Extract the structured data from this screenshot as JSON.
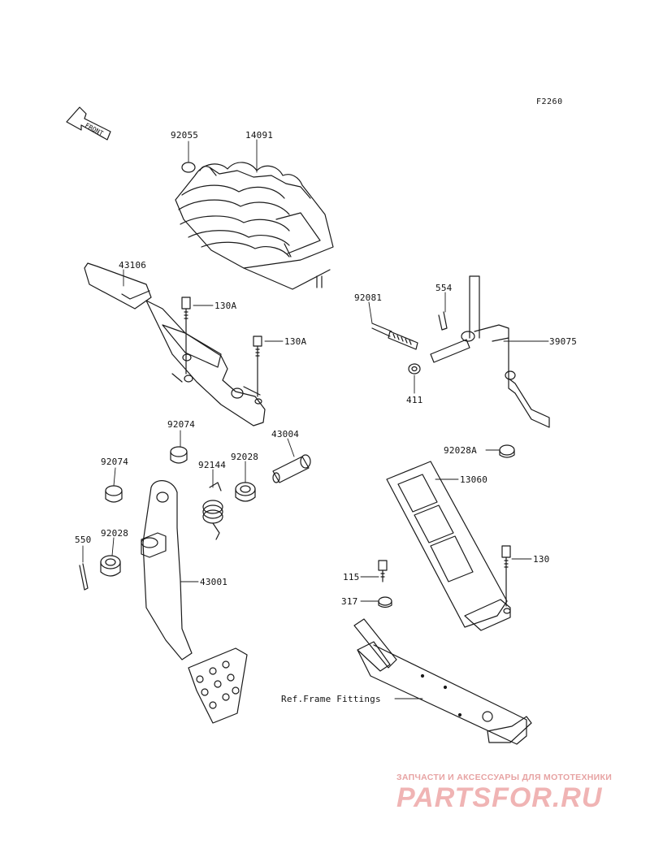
{
  "figure": {
    "code": "F2260"
  },
  "orientation": {
    "arrow_text": "FRONT"
  },
  "labels": [
    {
      "id": "92055",
      "text": "92055"
    },
    {
      "id": "14091",
      "text": "14091"
    },
    {
      "id": "43106",
      "text": "43106"
    },
    {
      "id": "130A_1",
      "text": "130A"
    },
    {
      "id": "130A_2",
      "text": "130A"
    },
    {
      "id": "92081",
      "text": "92081"
    },
    {
      "id": "554",
      "text": "554"
    },
    {
      "id": "39075",
      "text": "39075"
    },
    {
      "id": "411",
      "text": "411"
    },
    {
      "id": "92074_1",
      "text": "92074"
    },
    {
      "id": "43004",
      "text": "43004"
    },
    {
      "id": "92074_2",
      "text": "92074"
    },
    {
      "id": "92144",
      "text": "92144"
    },
    {
      "id": "92028_1",
      "text": "92028"
    },
    {
      "id": "92028A",
      "text": "92028A"
    },
    {
      "id": "13060",
      "text": "13060"
    },
    {
      "id": "550",
      "text": "550"
    },
    {
      "id": "92028_2",
      "text": "92028"
    },
    {
      "id": "43001",
      "text": "43001"
    },
    {
      "id": "130",
      "text": "130"
    },
    {
      "id": "115",
      "text": "115"
    },
    {
      "id": "317",
      "text": "317"
    },
    {
      "id": "ref_frame",
      "text": "Ref.Frame Fittings"
    }
  ],
  "watermark": {
    "tagline": "ЗАПЧАСТИ И АКСЕССУАРЫ ДЛЯ МОТОТЕХНИКИ",
    "brand": "PARTSFOR.RU"
  },
  "colors": {
    "line": "#1a1a1a",
    "watermark": "#f0b4b4"
  }
}
